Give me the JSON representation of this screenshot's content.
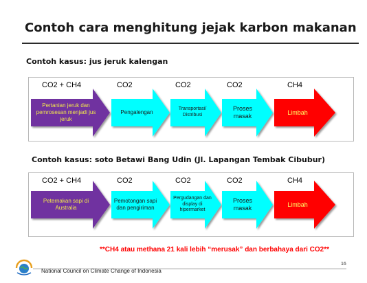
{
  "title": "Contoh cara menghitung jejak karbon makanan",
  "colors": {
    "purple": "#7030a0",
    "cyan": "#00ffff",
    "red": "#ff0000",
    "footnote": "#ff0000"
  },
  "case1": {
    "title": "Contoh kasus: jus jeruk kalengan",
    "gases": [
      "CO2 + CH4",
      "CO2",
      "CO2",
      "CO2",
      "CH4"
    ],
    "steps": [
      "Pertanian jeruk dan pemrosesan menjadi jus jeruk",
      "Pengalengan",
      "Transportasi/ Distribusi",
      "Proses masak",
      "Limbah"
    ]
  },
  "case2": {
    "title": "Contoh kasus: soto Betawi Bang Udin (Jl. Lapangan Tembak Cibubur)",
    "gases": [
      "CO2 + CH4",
      "CO2",
      "CO2",
      "CO2",
      "CH4"
    ],
    "steps": [
      "Peternakan sapi di Australia",
      "Pemotongan sapi dan pengiriman",
      "Pergudangan dan display di hipermarket",
      "Proses masak",
      "Limbah"
    ]
  },
  "footnote": "**CH4 atau methana 21 kali lebih “merusak” dan berbahaya dari CO2**",
  "page_number": "16",
  "organization": "National Council on Climate Change of Indonesia"
}
